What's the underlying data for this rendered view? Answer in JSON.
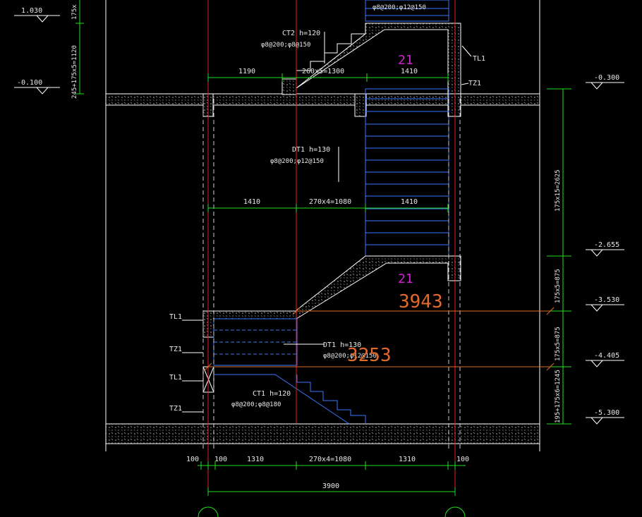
{
  "colors": {
    "background": "#000000",
    "structure": "#ffffff",
    "axis": "#e02020",
    "dimension": "#20e020",
    "stair_hatch": "#3a78ff",
    "text": "#e8e8e8",
    "room_label": "#d020d0",
    "dim_measure": "#e06a2a"
  },
  "elevations": {
    "top_left": "1.030",
    "mid_left": "-0.100",
    "r1": "-0.300",
    "r2": "-2.655",
    "r3": "-3.530",
    "r4": "-4.405",
    "r5": "-5.300"
  },
  "annotations": {
    "top_rebar": "φ8@200;φ12@150",
    "ct2_name": "CT2 h=120",
    "ct2_rebar": "φ8@200;φ8@150",
    "dt1_upper_name": "DT1 h=130",
    "dt1_upper_rebar": "φ8@200;φ12@150",
    "dt1_lower_name": "DT1 h=130",
    "dt1_lower_rebar": "φ8@200;φ12@150",
    "ct1_name": "CT1 h=120",
    "ct1_rebar": "φ8@200;φ8@180"
  },
  "labels": {
    "tl1_top": "TL1",
    "tz1_top": "TZ1",
    "tl1_a": "TL1",
    "tz1_a": "TZ1",
    "tl1_b": "TL1",
    "tz1_b": "TZ1",
    "room_upper": "21",
    "room_lower": "21",
    "measure_1": "3943",
    "measure_2": "3253"
  },
  "dims": {
    "top_left_vertical": "175x",
    "top_left_vertical_2": "245+175x5=1120",
    "row1": [
      "1190",
      "260x5=1300",
      "1410"
    ],
    "row2": [
      "1410",
      "270x4=1080",
      "1410"
    ],
    "right_v1": "175x15=2625",
    "right_v2": "175x5=875",
    "right_v3": "175x5=875",
    "right_v4": "195+175x6=1245",
    "bottom_row": [
      "100",
      "100",
      "1310",
      "270x4=1080",
      "1310",
      "100"
    ],
    "total": "3900"
  }
}
